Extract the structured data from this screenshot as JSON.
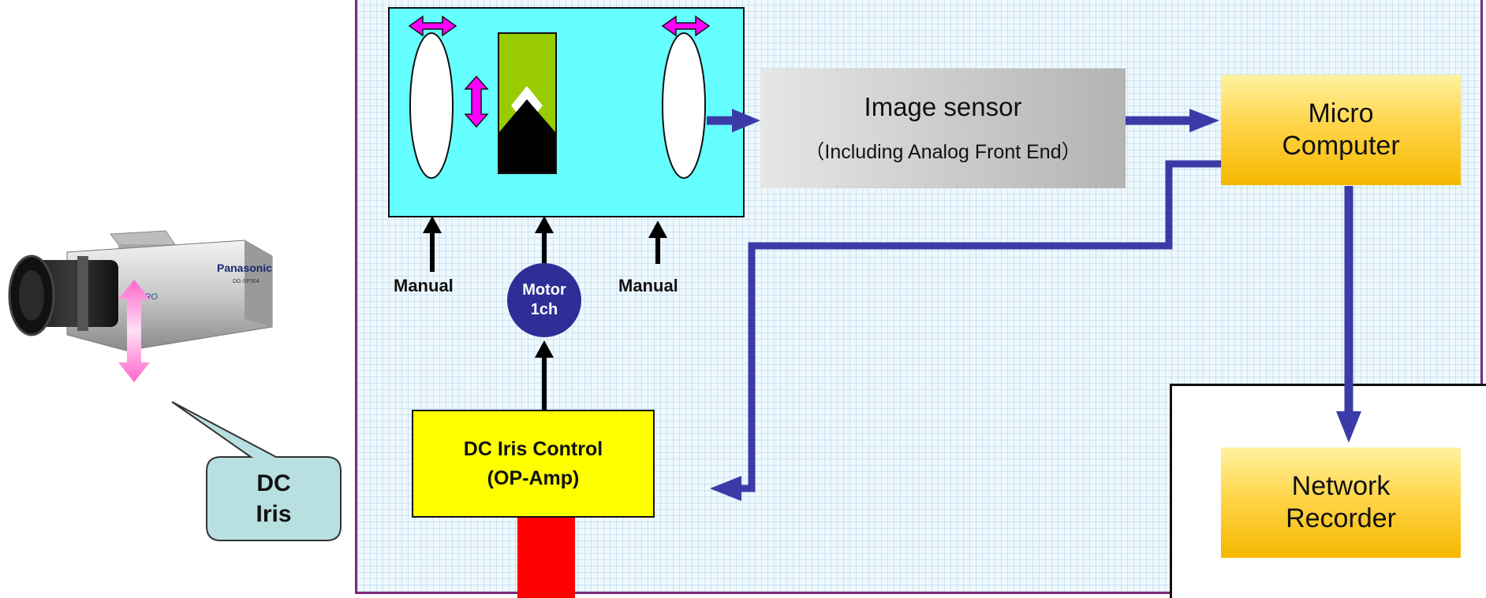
{
  "diagram": {
    "image_sensor": {
      "title": "Image sensor",
      "subtitle": "（Including Analog Front End）"
    },
    "micro_computer": {
      "line1": "Micro",
      "line2": "Computer"
    },
    "network_recorder": {
      "line1": "Network",
      "line2": "Recorder"
    },
    "dc_iris_control": {
      "line1": "DC Iris Control",
      "line2": "(OP-Amp)"
    },
    "motor": {
      "line1": "Motor",
      "line2": "1ch"
    },
    "manual_left": "Manual",
    "manual_right": "Manual",
    "callout": {
      "line1": "DC",
      "line2": "Iris"
    },
    "camera": {
      "brand": "Panasonic",
      "logo": "i-PRO",
      "model": "DG-SP304"
    }
  },
  "colors": {
    "board_border": "#7a2a7a",
    "lens_box": "#66ffff",
    "arrow_blue": "#3b3ba8",
    "double_arrow": "#ff00ff",
    "iris_box": "#ffff00",
    "motor": "#2e2e96",
    "red_bar": "#ff0000",
    "callout": "#b8e0e0"
  }
}
